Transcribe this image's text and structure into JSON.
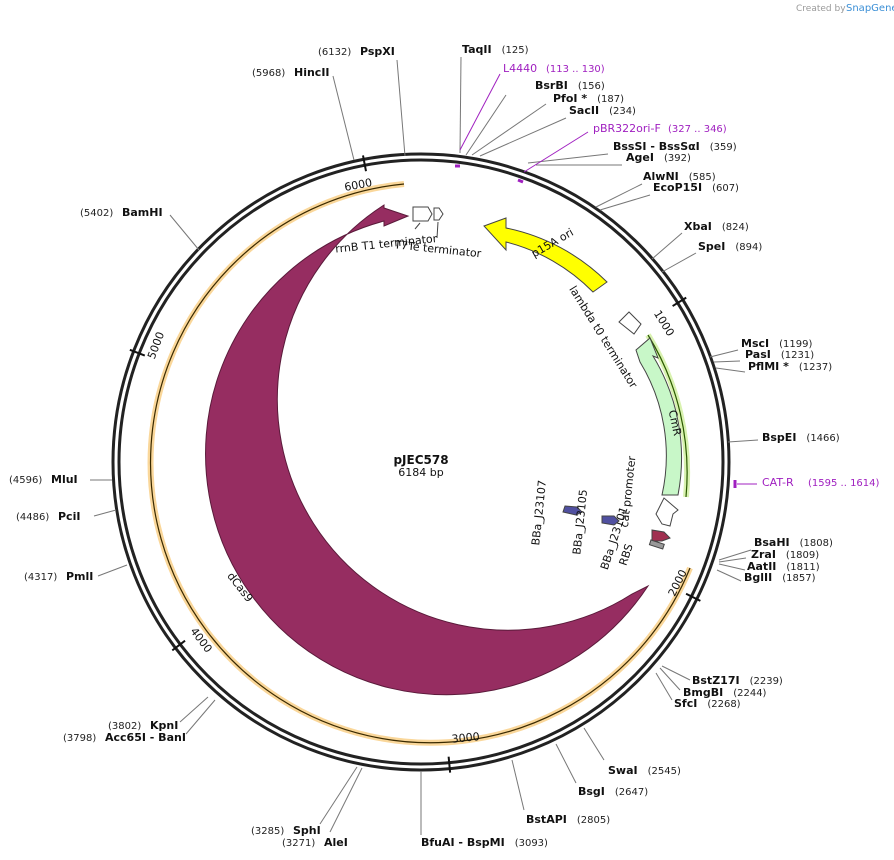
{
  "credit": {
    "text": "Created by",
    "brand": "SnapGene"
  },
  "plasmid": {
    "name": "pJEC578",
    "size_label": "6184 bp",
    "length": 6184
  },
  "ticks": [
    {
      "pos": 1000,
      "label": "1000"
    },
    {
      "pos": 2000,
      "label": "2000"
    },
    {
      "pos": 3000,
      "label": "3000"
    },
    {
      "pos": 4000,
      "label": "4000"
    },
    {
      "pos": 5000,
      "label": "5000"
    },
    {
      "pos": 6000,
      "label": "6000"
    }
  ],
  "sites": [
    {
      "name": "PspXI",
      "pos_text": "(6132)",
      "pos": 6132,
      "side": "L"
    },
    {
      "name": "HincII",
      "pos_text": "(5968)",
      "pos": 5968,
      "side": "L"
    },
    {
      "name": "TaqII",
      "pos_text": "(125)",
      "pos": 125,
      "side": "R"
    },
    {
      "name": "BsrBI",
      "pos_text": "(156)",
      "pos": 156,
      "side": "R"
    },
    {
      "name": "PfoI *",
      "pos_text": "(187)",
      "pos": 187,
      "side": "R"
    },
    {
      "name": "SacII",
      "pos_text": "(234)",
      "pos": 234,
      "side": "R"
    },
    {
      "name": "BssSI",
      "name2": "BssSαI",
      "pos_text": "(359)",
      "pos": 359,
      "side": "R"
    },
    {
      "name": "AgeI",
      "pos_text": "(392)",
      "pos": 392,
      "side": "R"
    },
    {
      "name": "AlwNI",
      "pos_text": "(585)",
      "pos": 585,
      "side": "R"
    },
    {
      "name": "EcoP15I",
      "pos_text": "(607)",
      "pos": 607,
      "side": "R"
    },
    {
      "name": "XbaI",
      "pos_text": "(824)",
      "pos": 824,
      "side": "R"
    },
    {
      "name": "SpeI",
      "pos_text": "(894)",
      "pos": 894,
      "side": "R"
    },
    {
      "name": "MscI",
      "pos_text": "(1199)",
      "pos": 1199,
      "side": "R"
    },
    {
      "name": "PasI",
      "pos_text": "(1231)",
      "pos": 1231,
      "side": "R"
    },
    {
      "name": "PflMI *",
      "pos_text": "(1237)",
      "pos": 1237,
      "side": "R"
    },
    {
      "name": "BspEI",
      "pos_text": "(1466)",
      "pos": 1466,
      "side": "R"
    },
    {
      "name": "BsaHI",
      "pos_text": "(1808)",
      "pos": 1808,
      "side": "R"
    },
    {
      "name": "ZraI",
      "pos_text": "(1809)",
      "pos": 1809,
      "side": "R"
    },
    {
      "name": "AatII",
      "pos_text": "(1811)",
      "pos": 1811,
      "side": "R"
    },
    {
      "name": "BglII",
      "pos_text": "(1857)",
      "pos": 1857,
      "side": "R"
    },
    {
      "name": "BstZ17I",
      "pos_text": "(2239)",
      "pos": 2239,
      "side": "R"
    },
    {
      "name": "BmgBI",
      "pos_text": "(2244)",
      "pos": 2244,
      "side": "R"
    },
    {
      "name": "SfcI",
      "pos_text": "(2268)",
      "pos": 2268,
      "side": "R"
    },
    {
      "name": "SwaI",
      "pos_text": "(2545)",
      "pos": 2545,
      "side": "R"
    },
    {
      "name": "BsgI",
      "pos_text": "(2647)",
      "pos": 2647,
      "side": "R"
    },
    {
      "name": "BstAPI",
      "pos_text": "(2805)",
      "pos": 2805,
      "side": "R"
    },
    {
      "name": "BfuAI",
      "name2": "BspMI",
      "pos_text": "(3093)",
      "pos": 3093,
      "side": "R"
    },
    {
      "name": "AleI",
      "pos_text": "(3271)",
      "pos": 3271,
      "side": "L"
    },
    {
      "name": "SphI",
      "pos_text": "(3285)",
      "pos": 3285,
      "side": "L"
    },
    {
      "name": "Acc65I",
      "name2": "BanI",
      "pos_text": "(3798)",
      "pos": 3798,
      "side": "L"
    },
    {
      "name": "KpnI",
      "pos_text": "(3802)",
      "pos": 3802,
      "side": "L"
    },
    {
      "name": "PmlI",
      "pos_text": "(4317)",
      "pos": 4317,
      "side": "L"
    },
    {
      "name": "PciI",
      "pos_text": "(4486)",
      "pos": 4486,
      "side": "L"
    },
    {
      "name": "MluI",
      "pos_text": "(4596)",
      "pos": 4596,
      "side": "L"
    },
    {
      "name": "BamHI",
      "pos_text": "(5402)",
      "pos": 5402,
      "side": "L"
    }
  ],
  "primers": [
    {
      "name": "L4440",
      "pos_text": "(113 .. 130)",
      "start": 113,
      "end": 130
    },
    {
      "name": "pBR322ori-F",
      "pos_text": "(327 .. 346)",
      "start": 327,
      "end": 346
    },
    {
      "name": "CAT-R",
      "pos_text": "(1595 .. 1614)",
      "start": 1595,
      "end": 1614
    }
  ],
  "features": [
    {
      "name": "p15A ori",
      "color": "#ffff00"
    },
    {
      "name": "lambda t0 terminator",
      "color": "#ffffff"
    },
    {
      "name": "CmR",
      "color": "#c8f7c8"
    },
    {
      "name": "cat promoter",
      "color": "#ffffff"
    },
    {
      "name": "RBS",
      "color": "#999999"
    },
    {
      "name": "BBa_J23101",
      "color": "#a03050"
    },
    {
      "name": "BBa_J23105",
      "color": "#5050a0"
    },
    {
      "name": "BBa_J23107",
      "color": "#5050a0"
    },
    {
      "name": "dCas9",
      "color": "#962d61"
    },
    {
      "name": "rrnB T1 terminator",
      "color": "#ffffff"
    },
    {
      "name": "T7Te terminator",
      "color": "#ffffff"
    }
  ],
  "colors": {
    "backbone": "#222222",
    "orf": "#f5a623",
    "primer": "#a020c0"
  }
}
